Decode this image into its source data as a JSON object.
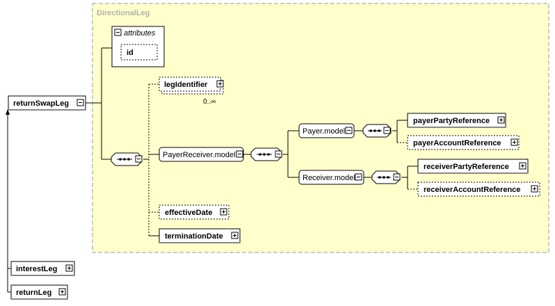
{
  "diagram": {
    "group_title": "DirectionalLeg",
    "attributes": {
      "header": "attributes",
      "items": [
        "id"
      ]
    },
    "root": "returnSwapLeg",
    "derived": [
      "interestLeg",
      "returnLeg"
    ],
    "elements": {
      "leg_identifier": "legIdentifier",
      "leg_identifier_multiplicity": "0..∞",
      "payer_receiver_model": "PayerReceiver.model",
      "payer_model": "Payer.model",
      "receiver_model": "Receiver.model",
      "payer_party_reference": "payerPartyReference",
      "payer_account_reference": "payerAccountReference",
      "receiver_party_reference": "receiverPartyReference",
      "receiver_account_reference": "receiverAccountReference",
      "effective_date": "effectiveDate",
      "termination_date": "terminationDate"
    },
    "colors": {
      "group_fill": "#ffffcc",
      "group_border": "#999999",
      "node_fill": "#ffffff",
      "line": "#000000"
    }
  }
}
